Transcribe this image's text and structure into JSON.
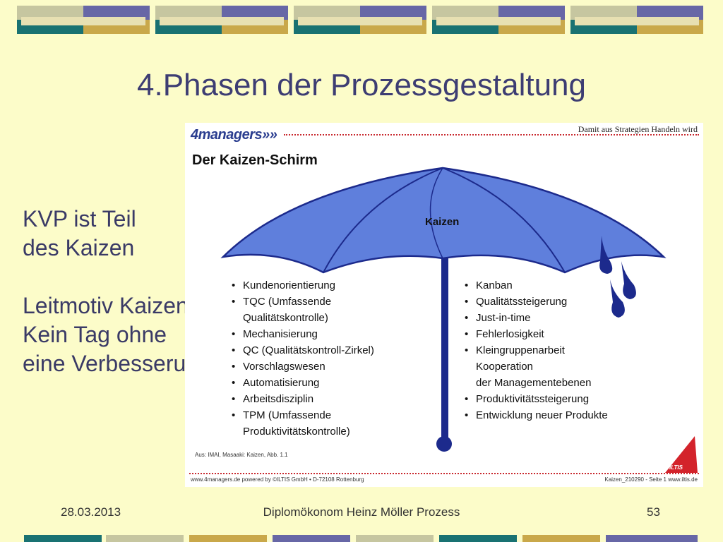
{
  "slide": {
    "title": "4.Phasen der Prozessgestaltung",
    "left_text": {
      "line1": "KVP ist Teil",
      "line2": "des Kaizen",
      "line3": "Leitmotiv Kaizen:",
      "line4": "Kein Tag ohne",
      "line5": "eine Verbesserung"
    },
    "footer": {
      "date": "28.03.2013",
      "center": "Diplomökonom Heinz Möller   Prozess",
      "page": "53"
    }
  },
  "figure": {
    "logo": "4managers»»",
    "tagline": "Damit aus Strategien Handeln wird",
    "heading": "Der Kaizen-Schirm",
    "umbrella_label": "Kaizen",
    "left_items": [
      {
        "text": "Kundenorientierung",
        "bullet": true
      },
      {
        "text": "TQC (Umfassende",
        "bullet": true
      },
      {
        "text": "Qualitätskontrolle)",
        "bullet": false
      },
      {
        "text": "Mechanisierung",
        "bullet": true
      },
      {
        "text": "QC (Qualitätskontroll-Zirkel)",
        "bullet": true
      },
      {
        "text": "Vorschlagswesen",
        "bullet": true
      },
      {
        "text": "Automatisierung",
        "bullet": true
      },
      {
        "text": "Arbeitsdisziplin",
        "bullet": true
      },
      {
        "text": "TPM (Umfassende",
        "bullet": true
      },
      {
        "text": "Produktivitätskontrolle)",
        "bullet": false
      }
    ],
    "right_items": [
      {
        "text": "Kanban",
        "bullet": true
      },
      {
        "text": "Qualitätssteigerung",
        "bullet": true
      },
      {
        "text": "Just-in-time",
        "bullet": true
      },
      {
        "text": "Fehlerlosigkeit",
        "bullet": true
      },
      {
        "text": "Kleingruppenarbeit",
        "bullet": true
      },
      {
        "text": "Kooperation",
        "bullet": false
      },
      {
        "text": "der Managementebenen",
        "bullet": false
      },
      {
        "text": "Produktivitätssteigerung",
        "bullet": true
      },
      {
        "text": "Entwicklung neuer Produkte",
        "bullet": true
      }
    ],
    "source": "Aus: IMAI, Masaaki: Kaizen, Abb. 1.1",
    "footer_left": "www.4managers.de powered by ©ILTIS GmbH • D-72108 Rottenburg",
    "footer_right": "Kaizen_210290 - Seite 1   www.iltis.de",
    "iltis_logo": "ILTIS"
  },
  "colors": {
    "background": "#fcfcc9",
    "umbrella": "#5f7fdc",
    "umbrella_stroke": "#1c2a8c",
    "title": "#3d3d73"
  }
}
